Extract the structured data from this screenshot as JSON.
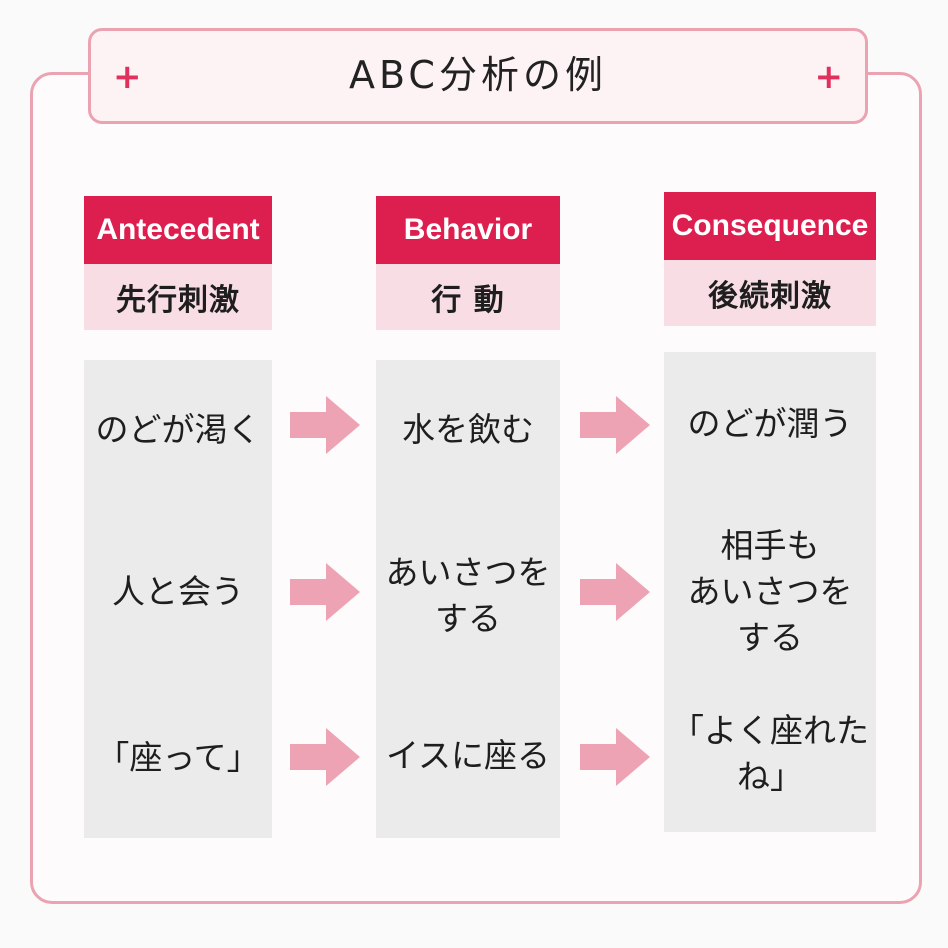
{
  "title": "ABC分析の例",
  "decor": {
    "plus": "+"
  },
  "colors": {
    "accent": "#dd1f4f",
    "frame": "#eba3b2",
    "subheader": "#f8dde4",
    "cell_bg": "#ebebeb",
    "arrow": "#eea3b5"
  },
  "columns": [
    {
      "en": "Antecedent",
      "jp": "先行刺激",
      "cells": [
        "のどが渇く",
        "人と会う",
        "「座って」"
      ]
    },
    {
      "en": "Behavior",
      "jp": "行 動",
      "cells": [
        "水を飲む",
        "あいさつを\nする",
        "イスに座る"
      ]
    },
    {
      "en": "Consequence",
      "jp": "後続刺激",
      "cells": [
        "のどが潤う",
        "相手も\nあいさつを\nする",
        "「よく座れたね」"
      ]
    }
  ],
  "arrow_icon": "right-arrow-icon"
}
